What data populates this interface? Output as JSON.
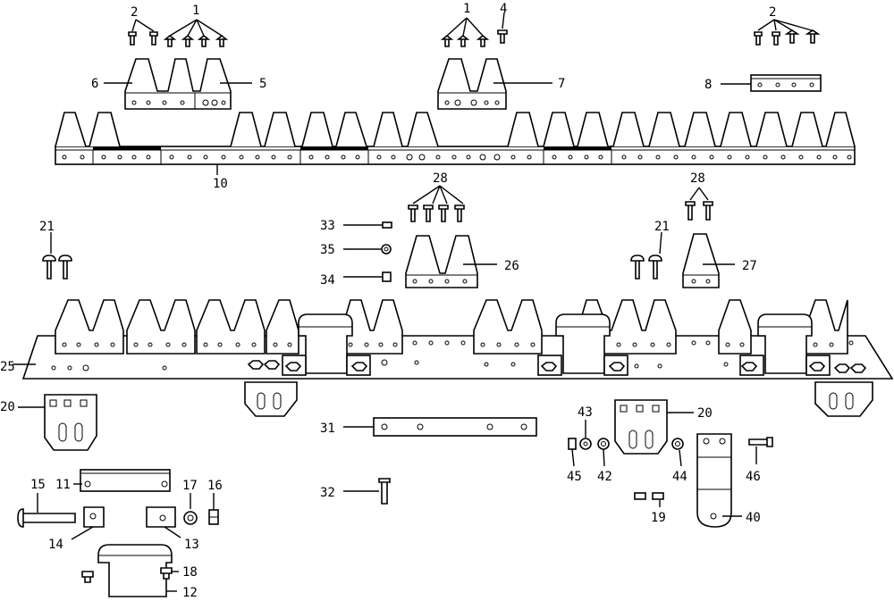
{
  "colors": {
    "ink": "#000000",
    "paper": "#ffffff"
  },
  "callouts": {
    "c1a": "1",
    "c2a": "2",
    "c1b": "1",
    "c4": "4",
    "c2b": "2",
    "c6": "6",
    "c5": "5",
    "c7": "7",
    "c8": "8",
    "c10": "10",
    "c28a": "28",
    "c28b": "28",
    "c33": "33",
    "c35": "35",
    "c34": "34",
    "c26": "26",
    "c21a": "21",
    "c21b": "21",
    "c27": "27",
    "c25": "25",
    "c20a": "20",
    "c20b": "20",
    "c31": "31",
    "c43": "43",
    "c45": "45",
    "c42": "42",
    "c44": "44",
    "c46": "46",
    "c15": "15",
    "c11": "11",
    "c17": "17",
    "c16": "16",
    "c14": "14",
    "c13": "13",
    "c32": "32",
    "c19": "19",
    "c40": "40",
    "c18": "18",
    "c12": "12"
  }
}
